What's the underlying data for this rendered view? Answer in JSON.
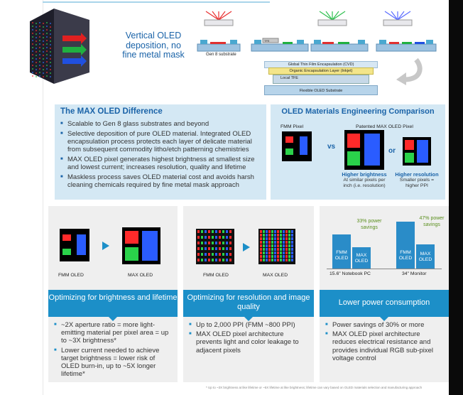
{
  "top": {
    "vertical_title": "Vertical OLED deposition, no fine metal mask",
    "gen8_label": "Gen 8 substrate",
    "tfe_label": "TFE",
    "stack_layers": [
      "Global Thin Film Encapsulation (CVD)",
      "Organic Encapsulation Layer (Inkjet)",
      "Local TFE",
      "Flexible OLED Substrate"
    ]
  },
  "difference": {
    "title": "The MAX OLED Difference",
    "bullets": [
      "Scalable to Gen 8 glass substrates and beyond",
      "Selective deposition of pure OLED material. Integrated OLED encapsulation process protects each layer of delicate material from subsequent commodity litho/etch patterning chemistries",
      "MAX OLED pixel generates highest brightness at smallest size and lowest current; increases resolution, quality and lifetime",
      "Maskless process saves OLED material cost and avoids harsh cleaning chemicals required by fine metal mask approach"
    ]
  },
  "comparison": {
    "title": "OLED Materials Engineering Comparison",
    "fmm_label": "FMM Pixel",
    "max_label": "Patented MAX OLED Pixel",
    "vs": "vs",
    "or": "or",
    "brightness_head": "Higher brightness",
    "brightness_text": "At similar pixels per inch (i.e. resolution)",
    "resolution_head": "Higher resolution",
    "resolution_text": "Smaller pixels = higher PPI"
  },
  "cards": [
    {
      "img_left": "FMM OLED",
      "img_right": "MAX OLED",
      "title": "Optimizing for brightness and lifetime",
      "bullets": [
        "~2X aperture ratio = more light-emitting material per pixel area = up to ~3X brightness*",
        "Lower current needed to achieve target brightness = lower risk of OLED burn-in, up to ~5X longer lifetime*"
      ]
    },
    {
      "img_left": "FMM OLED",
      "img_right": "MAX OLED",
      "title": "Optimizing for resolution and image quality",
      "bullets": [
        "Up to 2,000 PPI (FMM ~800 PPI)",
        "MAX OLED pixel architecture prevents light and color leakage to adjacent pixels"
      ]
    },
    {
      "title": "Lower power consumption",
      "bullets": [
        "Power savings of 30% or more",
        "MAX OLED pixel architecture reduces electrical resistance and provides individual RGB sub-pixel voltage control"
      ],
      "bars": {
        "group1_label": "15.6\" Notebook PC",
        "group2_label": "34\" Monitor",
        "fmm": "FMM OLED",
        "max": "MAX OLED",
        "sav1": "33% power savings",
        "sav2": "47% power savings"
      }
    }
  ],
  "footnote": "* Up to ~3X brightness at like lifetime or ~5X lifetime at like brightness; lifetime can vary based on OLED materials selection and manufacturing approach",
  "colors": {
    "brand_blue": "#1a63a8",
    "band_blue": "#1c8fc8",
    "panel_bg": "#d4e8f4",
    "red": "#ff2a2a",
    "green": "#2ad24a",
    "blue": "#2a5cff",
    "savings_green": "#5b8f1e"
  }
}
